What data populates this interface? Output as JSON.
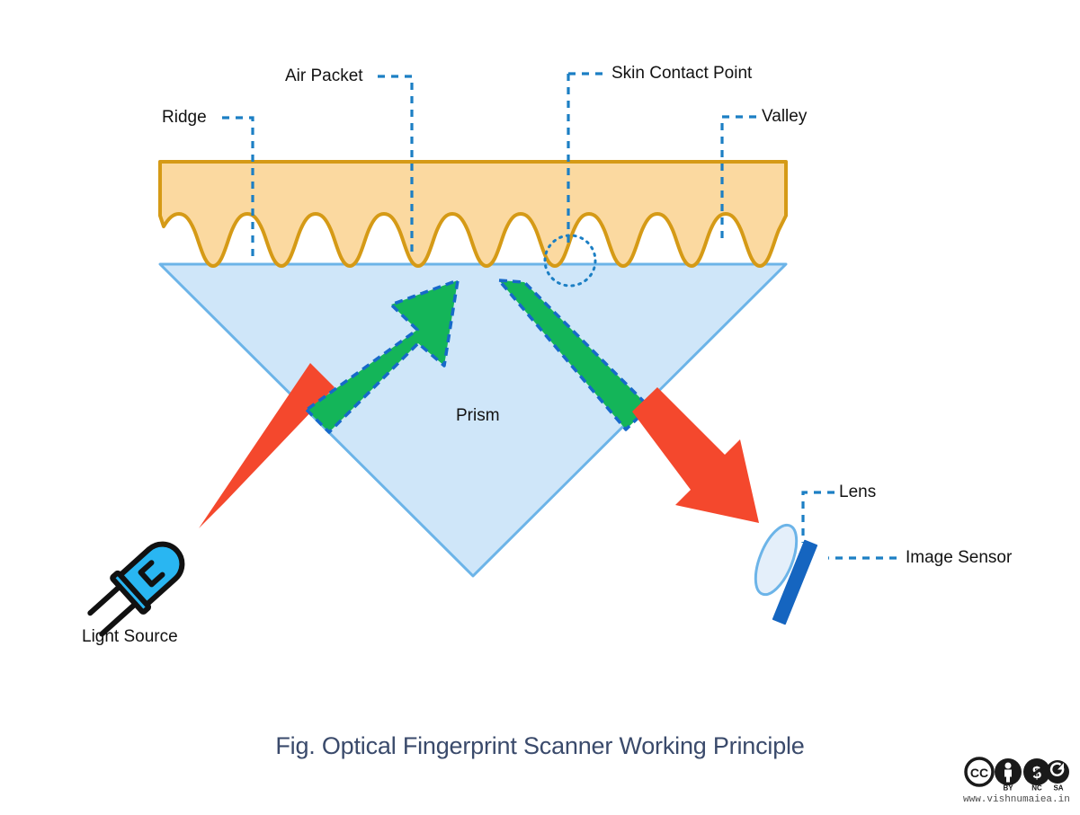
{
  "figure": {
    "caption": "Fig. Optical Fingerprint Scanner Working Principle",
    "labels": {
      "ridge": "Ridge",
      "air_packet": "Air Packet",
      "skin_contact_point": "Skin Contact Point",
      "valley": "Valley",
      "prism": "Prism",
      "light_source": "Light Source",
      "lens": "Lens",
      "image_sensor": "Image Sensor"
    },
    "colors": {
      "skin_fill": "#fbd9a0",
      "skin_stroke": "#d59a16",
      "prism_fill": "#cfe6f9",
      "prism_stroke": "#6cb4e8",
      "beam_red": "#f4482d",
      "beam_green": "#14b559",
      "beam_green_border": "#1769c9",
      "leader_line": "#1c7fc4",
      "led_body": "#29b6f2",
      "led_outline": "#111111",
      "lens_fill": "#e4effa",
      "lens_stroke": "#6cb4e8",
      "sensor": "#1565c0",
      "caption_text": "#3a4a6b",
      "label_text": "#121212"
    }
  },
  "attribution": {
    "license": "CC BY-NC-SA",
    "badges": [
      "CC",
      "BY",
      "NC",
      "SA"
    ],
    "url": "www.vishnumaiea.in"
  }
}
